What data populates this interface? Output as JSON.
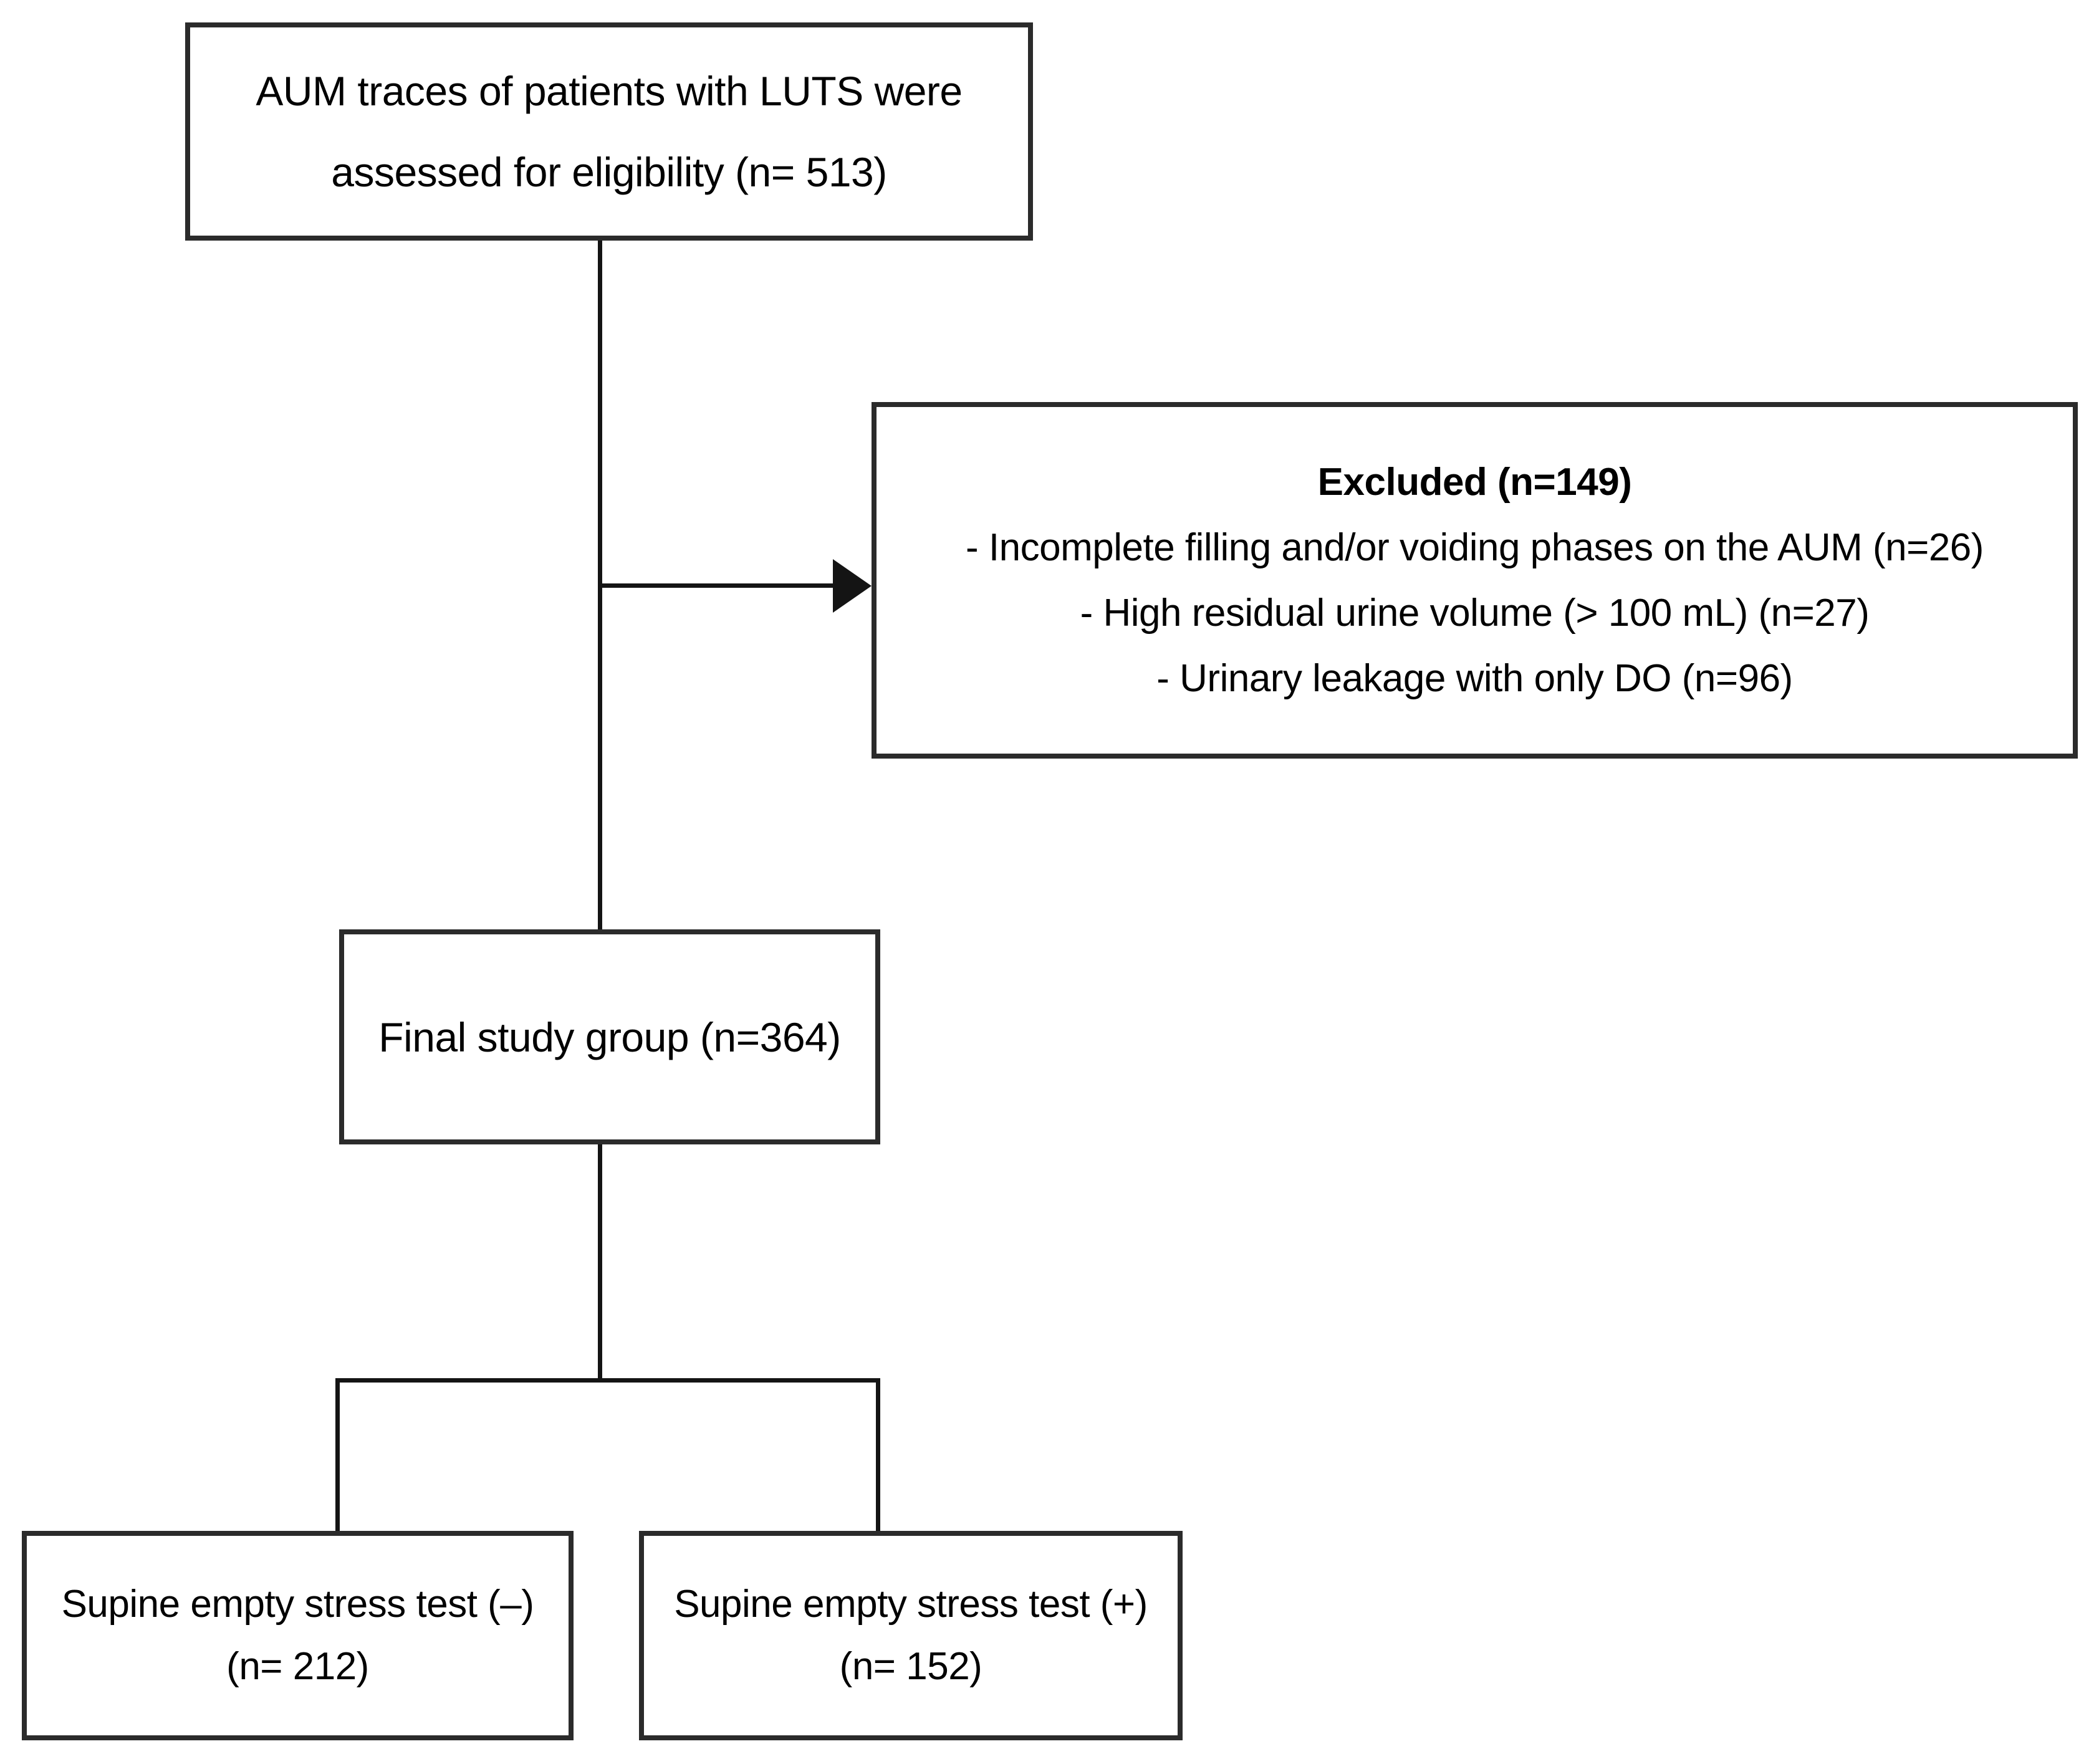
{
  "figure": {
    "background_color": "#ffffff",
    "box_border_color": "#2b2b2b",
    "connector_color": "#141414",
    "text_color": "#000000",
    "nodes": {
      "eligibility": {
        "line1": "AUM traces of patients with LUTS were",
        "line2": "assessed for eligibility (n= 513)"
      },
      "excluded": {
        "title": "Excluded (n=149)",
        "items": [
          "- Incomplete filling and/or voiding phases on the AUM (n=26)",
          "- High residual urine volume (> 100 mL) (n=27)",
          "- Urinary leakage with only DO (n=96)"
        ]
      },
      "final_group": {
        "label": "Final study group (n=364)"
      },
      "stress_test_negative": {
        "line1": "Supine empty stress test (–)",
        "line2": "(n= 212)"
      },
      "stress_test_positive": {
        "line1": "Supine empty stress test (+)",
        "line2": "(n= 152)"
      }
    }
  }
}
